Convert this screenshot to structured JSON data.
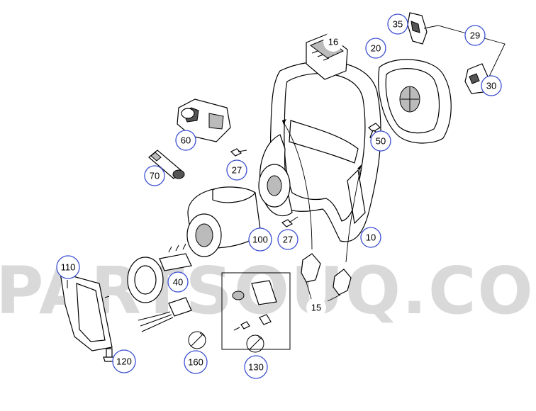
{
  "watermark": {
    "text": "PARTSOUQ.COM",
    "color": "#d9d9d9"
  },
  "diagram": {
    "callout_color": "#3b4fd1",
    "callouts": [
      {
        "id": "10",
        "label": "10",
        "circled": true
      },
      {
        "id": "15",
        "label": "15",
        "circled": false
      },
      {
        "id": "16",
        "label": "16",
        "circled": false
      },
      {
        "id": "20",
        "label": "20",
        "circled": true
      },
      {
        "id": "27a",
        "label": "27",
        "circled": true
      },
      {
        "id": "27b",
        "label": "27",
        "circled": true
      },
      {
        "id": "29",
        "label": "29",
        "circled": true
      },
      {
        "id": "30",
        "label": "30",
        "circled": true
      },
      {
        "id": "35",
        "label": "35",
        "circled": true
      },
      {
        "id": "40",
        "label": "40",
        "circled": true
      },
      {
        "id": "50",
        "label": "50",
        "circled": true
      },
      {
        "id": "60",
        "label": "60",
        "circled": true
      },
      {
        "id": "70",
        "label": "70",
        "circled": true
      },
      {
        "id": "100",
        "label": "100",
        "circled": true
      },
      {
        "id": "110",
        "label": "110",
        "circled": true
      },
      {
        "id": "120",
        "label": "120",
        "circled": true
      },
      {
        "id": "130",
        "label": "130",
        "circled": true
      },
      {
        "id": "160",
        "label": "160",
        "circled": true
      }
    ],
    "parts": [
      {
        "callout": "10",
        "icon": "steering-wheel-icon"
      },
      {
        "callout": "15",
        "icon": "shift-paddle-icon"
      },
      {
        "callout": "16",
        "icon": "switch-module-icon"
      },
      {
        "callout": "20",
        "icon": "airbag-module-icon"
      },
      {
        "callout": "27",
        "icon": "screw-icon"
      },
      {
        "callout": "29",
        "icon": "button-set-icon"
      },
      {
        "callout": "30",
        "icon": "right-button-icon"
      },
      {
        "callout": "35",
        "icon": "left-button-icon"
      },
      {
        "callout": "40",
        "icon": "clockspring-plate-icon"
      },
      {
        "callout": "50",
        "icon": "bolt-icon"
      },
      {
        "callout": "60",
        "icon": "switch-housing-icon"
      },
      {
        "callout": "70",
        "icon": "connector-icon"
      },
      {
        "callout": "100",
        "icon": "steering-column-cover-icon"
      },
      {
        "callout": "110",
        "icon": "lower-cover-icon"
      },
      {
        "callout": "120",
        "icon": "screw-icon"
      },
      {
        "callout": "130",
        "icon": "repair-kit-icon"
      },
      {
        "callout": "160",
        "icon": "wiring-harness-icon"
      }
    ]
  }
}
